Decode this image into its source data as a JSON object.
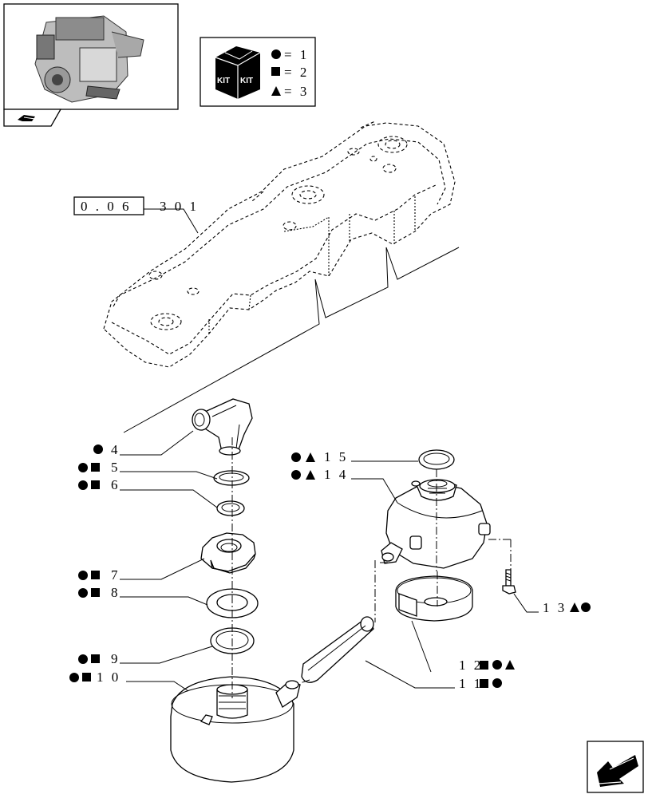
{
  "kit_legend": {
    "kit_word_a": "KIT",
    "kit_word_b": "KIT",
    "entries": [
      {
        "symbol": "circle",
        "text": "= 1"
      },
      {
        "symbol": "square",
        "text": "= 2"
      },
      {
        "symbol": "triangle",
        "text": "= 3"
      }
    ]
  },
  "reference_box": {
    "boxed": "0 . 0 6",
    "suffix": "3 0 1"
  },
  "callouts": [
    {
      "symbols": [
        "circle"
      ],
      "number": "4"
    },
    {
      "symbols": [
        "circle",
        "square"
      ],
      "number": "5"
    },
    {
      "symbols": [
        "circle",
        "square"
      ],
      "number": "6"
    },
    {
      "symbols": [
        "circle",
        "square"
      ],
      "number": "7"
    },
    {
      "symbols": [
        "circle",
        "square"
      ],
      "number": "8"
    },
    {
      "symbols": [
        "circle",
        "square"
      ],
      "number": "9"
    },
    {
      "symbols": [
        "circle",
        "square"
      ],
      "number": "1 0"
    },
    {
      "symbols": [
        "circle",
        "triangle"
      ],
      "number": "1 5"
    },
    {
      "symbols": [
        "circle",
        "triangle"
      ],
      "number": "1 4"
    },
    {
      "number": "1 3",
      "symbols": [
        "triangle",
        "circle"
      ]
    },
    {
      "number": "1 2",
      "symbols": [
        "square",
        "circle",
        "triangle"
      ]
    },
    {
      "number": "1 1",
      "symbols": [
        "square",
        "circle"
      ]
    }
  ]
}
